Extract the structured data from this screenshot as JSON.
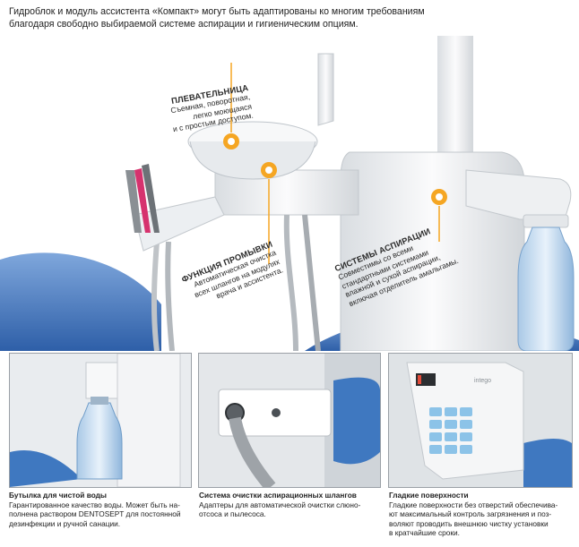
{
  "intro": {
    "lines": [
      "Гидроблок и модуль ассистента «Компакт» могут быть адаптированы ко многим требованиям",
      "благодаря свободно выбираемой системе аспирации и гигиеническим опциям."
    ]
  },
  "callouts": {
    "spittoon": {
      "title": "ПЛЕВАТЕЛЬНИЦА",
      "lines": [
        "Съемная, поворотная,",
        "легко моющаяся",
        "и с простым доступом."
      ]
    },
    "flushing": {
      "title": "ФУНКЦИЯ ПРОМЫВКИ",
      "lines": [
        "Автоматическая очистка",
        "всех шлангов на модулях",
        "врача и ассистента."
      ]
    },
    "aspiration": {
      "title": "СИСТЕМЫ АСПИРАЦИИ",
      "lines": [
        "Совместимы со всеми",
        "стандартными системами",
        "влажной и сухой аспирации,",
        "включая отделитель амальгамы."
      ]
    }
  },
  "panels": {
    "bottle": {
      "title": "Бутылка для чистой воды",
      "lines": [
        "Гарантированное качество воды. Может быть на-",
        "полнена раствором DENTOSEPT для постоянной",
        "дезинфекции и ручной санации."
      ]
    },
    "hose_cleaning": {
      "title": "Система очистки аспирационных шлангов",
      "lines": [
        "Адаптеры для автоматической очистки слюно-",
        "отсоса и пылесоса."
      ]
    },
    "smooth": {
      "title": "Гладкие поверхности",
      "lines": [
        "Гладкие поверхности без отверстий обеспечива-",
        "ют максимальный контроль загрязнения и поз-",
        "воляют проводить внешнюю чистку установки",
        "в кратчайшие сроки."
      ],
      "device_label": "intego"
    }
  },
  "colors": {
    "accent": "#f5a623",
    "upholstery": "#3f78c0",
    "device": "#f4f5f6"
  }
}
